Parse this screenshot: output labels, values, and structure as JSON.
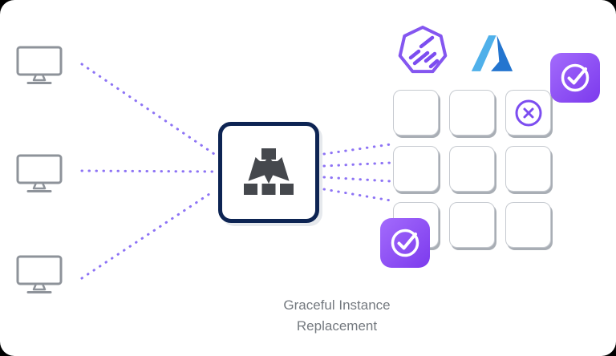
{
  "caption": {
    "line1": "Graceful Instance",
    "line2": "Replacement"
  },
  "colors": {
    "accent_purple": "#8d73f5",
    "badge_gradient_start": "#a36bfc",
    "badge_gradient_end": "#7c3aed",
    "scheduler_border_navy": "#0d2453",
    "hierarchy_icon_gray": "#45484d",
    "monitor_outline_gray": "#8e939a",
    "cell_fill": "#ffffff",
    "cell_border": "#c6cad0",
    "cell_shadow": "#a9aeb5",
    "failed_icon_purple": "#7c4df0",
    "azure_light_blue": "#4fb0ea",
    "azure_dark_blue": "#2475cf",
    "karpenter_purple": "#8456f0",
    "caption_gray": "#74797f",
    "background": "#ffffff"
  },
  "icons": {
    "clients": [
      "client-monitor-icon",
      "client-monitor-icon",
      "client-monitor-icon"
    ],
    "controller": "hierarchy-distributor-icon",
    "logos": [
      "karpenter-logo",
      "azure-logo"
    ],
    "status": {
      "failed_instance": "failed-x-circle-icon",
      "replacement": "check-circle-icon"
    }
  },
  "grid": {
    "rows": 3,
    "cols": 3,
    "failed_cell": {
      "row": 1,
      "col": 3
    }
  },
  "connectors": {
    "style": "dotted",
    "left_count": 3,
    "right_count": 4
  }
}
